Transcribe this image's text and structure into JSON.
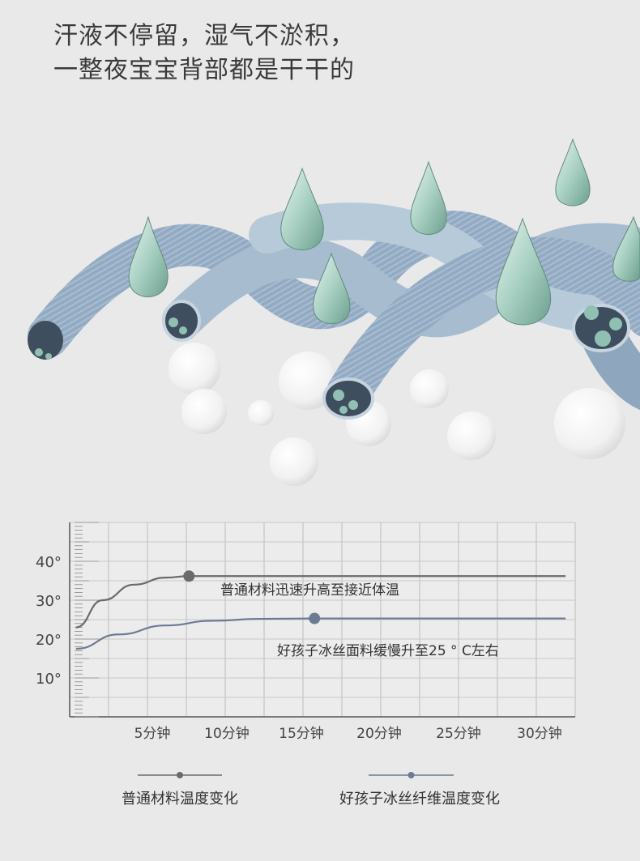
{
  "headline": {
    "line1": "汗液不停留，湿气不淤积，",
    "line2": "一整夜宝宝背部都是干干的"
  },
  "colors": {
    "background": "#e9e9e9",
    "ordinary_series": "#6a6a6a",
    "icesilk_series": "#6c7a92",
    "fiber": "#8fa6bf",
    "droplet": "#a9d1c3"
  },
  "chart_data": {
    "type": "line",
    "x": [
      "",
      "5分钟",
      "10分钟",
      "15分钟",
      "20分钟",
      "25分钟",
      "30分钟"
    ],
    "xlabel": "",
    "ylabel": "",
    "yticks": [
      "10°",
      "20°",
      "30°",
      "40°"
    ],
    "ylim": [
      0,
      50
    ],
    "grid": true,
    "series": [
      {
        "name": "普通材料温度变化",
        "color": "#6a6a6a",
        "points": [
          [
            0.3,
            23
          ],
          [
            2,
            30
          ],
          [
            4,
            34
          ],
          [
            6,
            35.8
          ],
          [
            7.5,
            36.2
          ],
          [
            10,
            36.2
          ],
          [
            15,
            36.2
          ],
          [
            20,
            36.2
          ],
          [
            25,
            36.2
          ],
          [
            31.5,
            36.2
          ]
        ],
        "marker": [
          7.5,
          36.2
        ],
        "annotation": "普通材料迅速升高至接近体温"
      },
      {
        "name": "好孩子冰丝纤维温度变化",
        "color": "#6c7a92",
        "points": [
          [
            0.3,
            17.5
          ],
          [
            3,
            21.2
          ],
          [
            6,
            23.5
          ],
          [
            9,
            24.7
          ],
          [
            12,
            25.2
          ],
          [
            15.5,
            25.3
          ],
          [
            20,
            25.3
          ],
          [
            25,
            25.3
          ],
          [
            31.5,
            25.3
          ]
        ],
        "marker": [
          15.5,
          25.3
        ],
        "annotation": "好孩子冰丝面料缓慢升至25 ° C左右"
      }
    ],
    "legend": {
      "placement": "bottom",
      "items": [
        "普通材料温度变化",
        "好孩子冰丝纤维温度变化"
      ]
    }
  }
}
